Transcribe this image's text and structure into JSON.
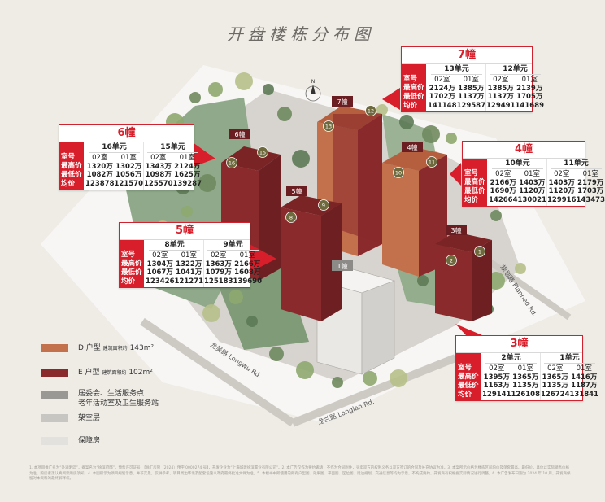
{
  "title": "开盘楼栋分布图",
  "row_labels": [
    "室号",
    "最高价",
    "最低价",
    "均价"
  ],
  "buildings": [
    {
      "name": "7幢",
      "units": [
        {
          "name": "13单元",
          "rooms": [
            {
              "room": "02室",
              "max": "2124万",
              "min": "1702万",
              "avg": "141148"
            },
            {
              "room": "01室",
              "max": "1385万",
              "min": "1137万",
              "avg": "129587"
            }
          ]
        },
        {
          "name": "12单元",
          "rooms": [
            {
              "room": "02室",
              "max": "1385万",
              "min": "1137万",
              "avg": "129491"
            },
            {
              "room": "01室",
              "max": "2139万",
              "min": "1705万",
              "avg": "141689"
            }
          ]
        }
      ]
    },
    {
      "name": "6幢",
      "units": [
        {
          "name": "16单元",
          "rooms": [
            {
              "room": "02室",
              "max": "1320万",
              "min": "1082万",
              "avg": "123878"
            },
            {
              "room": "01室",
              "max": "1302万",
              "min": "1056万",
              "avg": "121570"
            }
          ]
        },
        {
          "name": "15单元",
          "rooms": [
            {
              "room": "02室",
              "max": "1343万",
              "min": "1098万",
              "avg": "125570"
            },
            {
              "room": "01室",
              "max": "2124万",
              "min": "1625万",
              "avg": "139287"
            }
          ]
        }
      ]
    },
    {
      "name": "4幢",
      "units": [
        {
          "name": "10单元",
          "rooms": [
            {
              "room": "02室",
              "max": "2166万",
              "min": "1690万",
              "avg": "142664"
            },
            {
              "room": "01室",
              "max": "1403万",
              "min": "1120万",
              "avg": "130021"
            }
          ]
        },
        {
          "name": "11单元",
          "rooms": [
            {
              "room": "02室",
              "max": "1403万",
              "min": "1120万",
              "avg": "129916"
            },
            {
              "room": "01室",
              "max": "2179万",
              "min": "1703万",
              "avg": "143473"
            }
          ]
        }
      ]
    },
    {
      "name": "5幢",
      "units": [
        {
          "name": "8单元",
          "rooms": [
            {
              "room": "02室",
              "max": "1304万",
              "min": "1067万",
              "avg": "123426"
            },
            {
              "room": "01室",
              "max": "1322万",
              "min": "1041万",
              "avg": "121271"
            }
          ]
        },
        {
          "name": "9单元",
          "rooms": [
            {
              "room": "02室",
              "max": "1363万",
              "min": "1079万",
              "avg": "125183"
            },
            {
              "room": "01室",
              "max": "2166万",
              "min": "1608万",
              "avg": "139690"
            }
          ]
        }
      ]
    },
    {
      "name": "3幢",
      "units": [
        {
          "name": "2单元",
          "rooms": [
            {
              "room": "02室",
              "max": "1395万",
              "min": "1163万",
              "avg": "129141"
            },
            {
              "room": "01室",
              "max": "1365万",
              "min": "1135万",
              "avg": "126108"
            }
          ]
        },
        {
          "name": "1单元",
          "rooms": [
            {
              "room": "02室",
              "max": "1365万",
              "min": "1135万",
              "avg": "126724"
            },
            {
              "room": "01室",
              "max": "1416万",
              "min": "1187万",
              "avg": "131841"
            }
          ]
        }
      ]
    }
  ],
  "map": {
    "building_tags": [
      "7幢",
      "6幢",
      "5幢",
      "4幢",
      "3幢",
      "1幢"
    ],
    "unit_markers": [
      "12",
      "13",
      "16",
      "15",
      "8",
      "9",
      "10",
      "11",
      "2",
      "1"
    ],
    "roads": {
      "longwu": "龙吴路 Longwu Rd.",
      "longlan": "龙兰路 Longlan Rd.",
      "planned": "规划路 Planned Rd."
    },
    "compass": "N"
  },
  "legend": [
    {
      "label": "D 户型",
      "area_label": "建筑面积约",
      "area": "143m²",
      "color": "#c3714c"
    },
    {
      "label": "E 户型",
      "area_label": "建筑面积约",
      "area": "102m²",
      "color": "#8a2a2c"
    },
    {
      "label": "居委会、生活服务点",
      "label2": "老年活动室及卫生服务站",
      "color": "#9a9895"
    },
    {
      "label": "架空层",
      "color": "#c8c6c2"
    },
    {
      "label": "保障房",
      "color": "#e3e1dd"
    }
  ],
  "colors": {
    "accent": "#d81e2a",
    "d_type": "#c3714c",
    "e_type": "#8a2a2c"
  },
  "fine_print": "1. 本项目推广名为“外滩明廷”，备案名为“徐滨府邸”，预售许可证号：【徐汇房管（2024）预字 0000274 号】，开发企业为“上海城建徐滨置业有限公司”。2. 本广告仅作为要约邀请，不作为合同附件，买卖双方的权利义务以双方签订的合同及补充协议为准。3. 本案所示价格为楼栋区间均价及单套最高、最低价，具体以实际销售价格为准，购房者须认真阅读购房须知。4. 本图所示为项目规划示意，并非实景，仅供参考，项目周边环境及配套设施以政府最终批准文件为准。5. 本楼书中所使用的所有户型图、效果图、平面图、区位图、周边规划、交通信息等均为示意，不构成要约，开发商有权根据实际情况进行调整。6. 本广告发布日期为 2024 年 10 月，开发商保留对本资料的最终解释权。"
}
